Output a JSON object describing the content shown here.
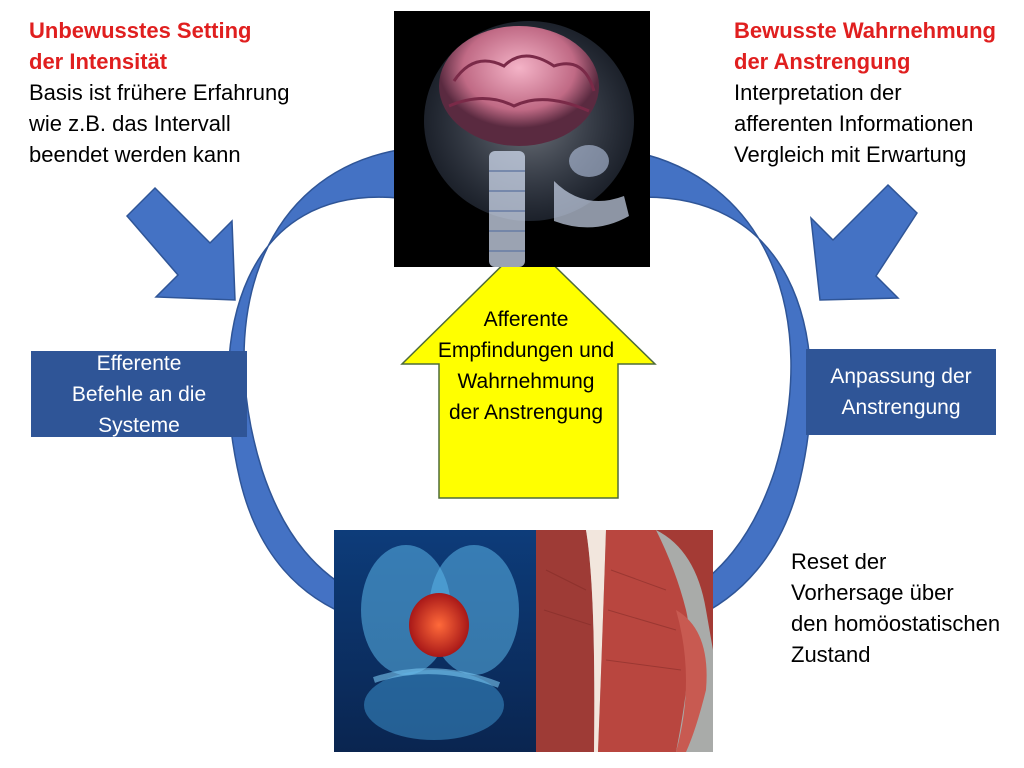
{
  "top_left": {
    "title_lines": [
      "Unbewusstes Setting",
      "der Intensität"
    ],
    "body_lines": [
      "Basis ist frühere Erfahrung",
      "wie z.B. das Intervall",
      "beendet werden kann"
    ]
  },
  "top_right": {
    "title_lines": [
      "Bewusste Wahrnehmung",
      "der Anstrengung"
    ],
    "body_lines": [
      "Interpretation der",
      "afferenten Informationen",
      "Vergleich mit Erwartung"
    ]
  },
  "left_box": {
    "lines": [
      "Efferente",
      "Befehle an die",
      "Systeme"
    ]
  },
  "right_box": {
    "lines": [
      "Anpassung der",
      "Anstrengung"
    ]
  },
  "center_arrow": {
    "lines": [
      "Afferente",
      "Empfindungen und",
      "Wahrnehmung",
      "der Anstrengung"
    ]
  },
  "bottom_right": {
    "lines": [
      "Reset der",
      "Vorhersage über",
      "den homöostatischen",
      "Zustand"
    ]
  },
  "colors": {
    "red_title": "#e01f1f",
    "arrow_blue": "#4472c4",
    "box_blue": "#2f5597",
    "yellow_arrow": "#ffff00"
  }
}
